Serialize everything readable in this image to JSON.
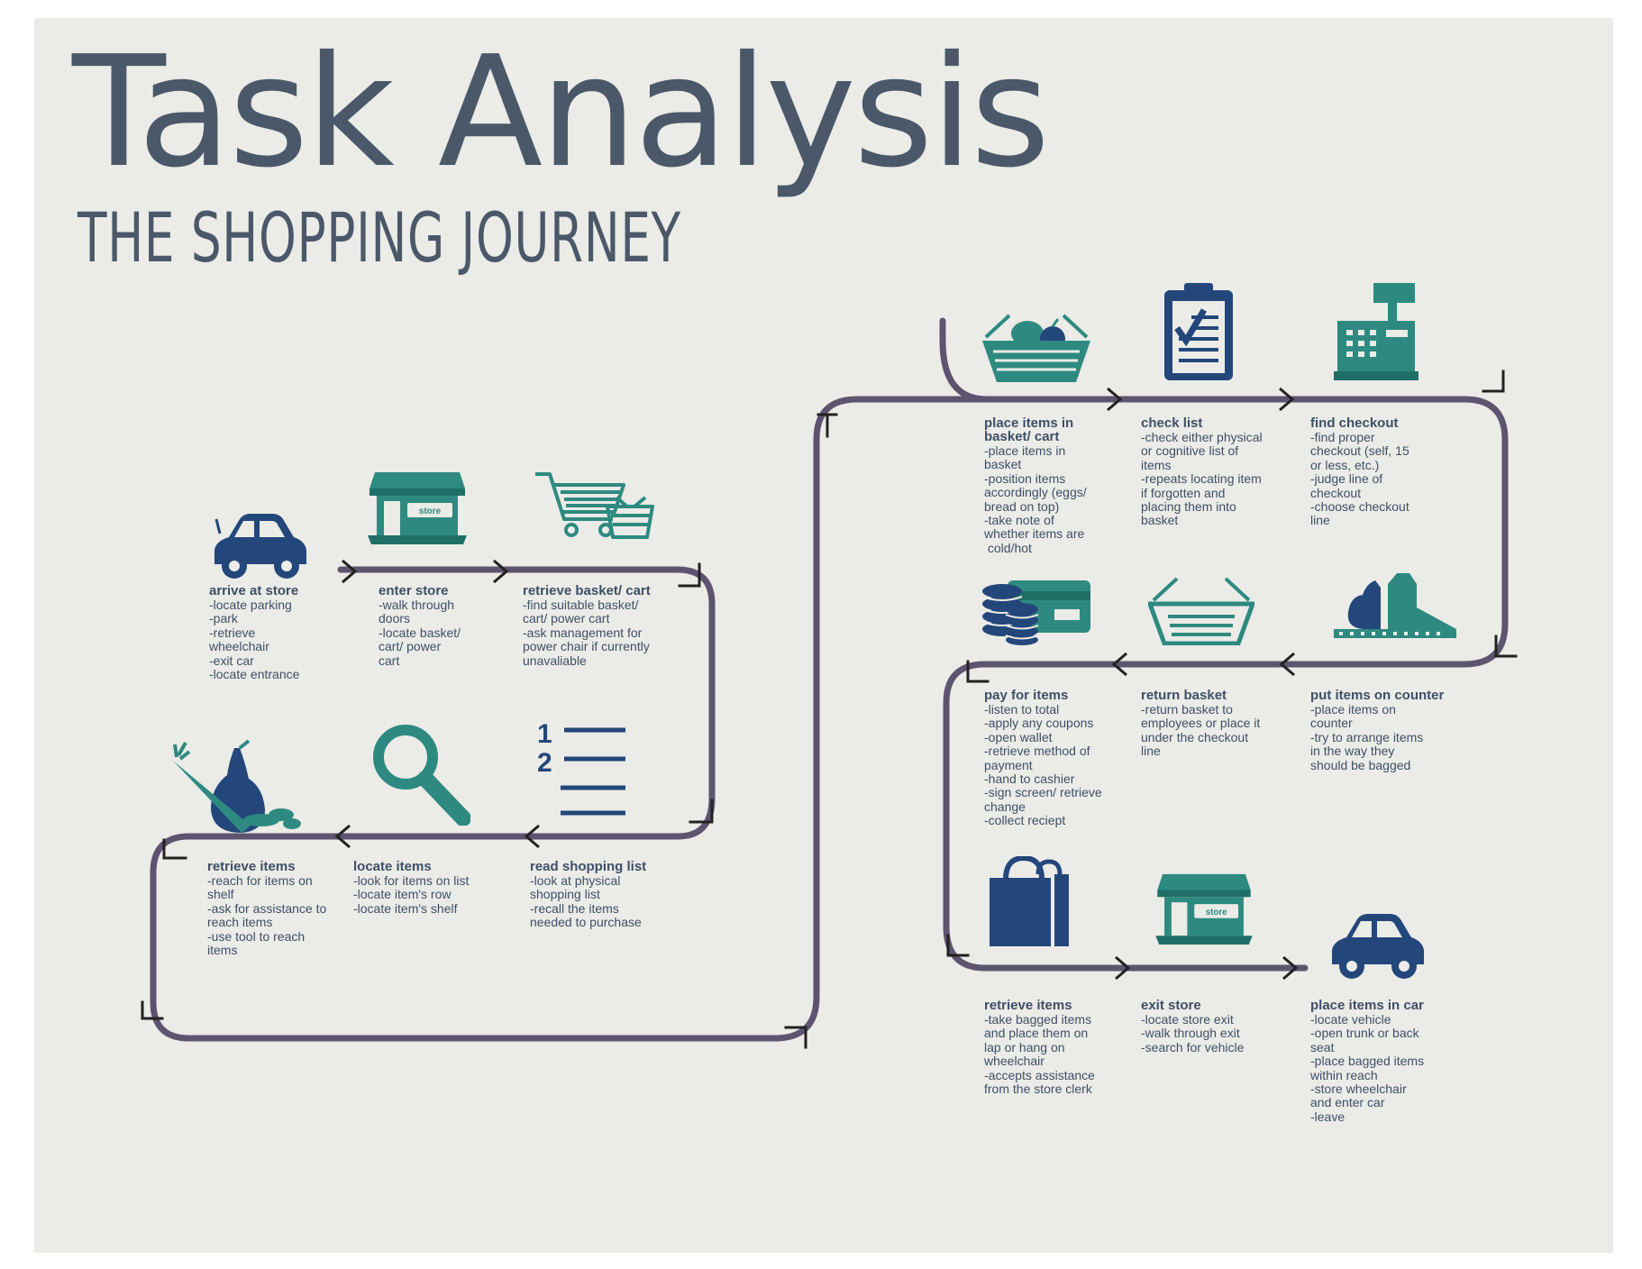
{
  "header": {
    "title": "Task Analysis",
    "subtitle": "THE SHOPPING JOURNEY"
  },
  "colors": {
    "path": "#5e5470",
    "navy": "#23477a",
    "teal": "#2e8a80",
    "text": "#3f4f66",
    "title": "#4b5869",
    "background": "#ebebe7"
  },
  "icons": {
    "store_sign": "store"
  },
  "steps": [
    {
      "id": "arrive-at-store",
      "icon": "car-icon",
      "label": "arrive at store",
      "details": "-locate parking\n-park\n-retrieve\nwheelchair\n-exit car\n-locate entrance"
    },
    {
      "id": "enter-store",
      "icon": "store-icon",
      "label": "enter store",
      "details": "-walk through\ndoors\n-locate basket/\ncart/ power\ncart"
    },
    {
      "id": "retrieve-basket-cart",
      "icon": "shopping-cart-icon",
      "label": "retrieve basket/ cart",
      "details": "-find suitable basket/\ncart/ power cart\n-ask management for\npower chair if currently\nunavaliable"
    },
    {
      "id": "read-shopping-list",
      "icon": "numbered-list-icon",
      "label": "read shopping list",
      "details": "-look at physical\nshopping list\n-recall the items\nneeded to purchase"
    },
    {
      "id": "locate-items",
      "icon": "magnifying-glass-icon",
      "label": "locate items",
      "details": "-look for items on list\n-locate item's row\n-locate item's shelf"
    },
    {
      "id": "retrieve-items",
      "icon": "produce-icon",
      "label": "retrieve items",
      "details": "-reach for items on\nshelf\n-ask for assistance to\nreach items\n-use tool to reach\nitems"
    },
    {
      "id": "place-items-in-basket",
      "icon": "full-basket-icon",
      "label": "place items in\nbasket/ cart",
      "details": "-place items in\nbasket\n-position items\naccordingly (eggs/\nbread on top)\n-take note of\nwhether items are\n cold/hot"
    },
    {
      "id": "check-list",
      "icon": "clipboard-check-icon",
      "label": "check list",
      "details": "-check either physical\nor cognitive list of\nitems\n-repeats locating item\nif forgotten and\nplacing them into\nbasket"
    },
    {
      "id": "find-checkout",
      "icon": "cash-register-icon",
      "label": "find checkout",
      "details": "-find proper\ncheckout (self, 15\nor less, etc.)\n-judge line of\ncheckout\n-choose checkout\nline"
    },
    {
      "id": "put-items-on-counter",
      "icon": "items-on-counter-icon",
      "label": "put items on counter",
      "details": "-place items on\ncounter\n-try to arrange items\nin the way they\nshould be bagged"
    },
    {
      "id": "return-basket",
      "icon": "empty-basket-icon",
      "label": "return basket",
      "details": "-return basket to\nemployees or place it\nunder the checkout\nline"
    },
    {
      "id": "pay-for-items",
      "icon": "coins-card-icon",
      "label": "pay for items",
      "details": "-listen to total\n-apply any coupons\n-open wallet\n-retrieve method of\npayment\n-hand to cashier\n-sign screen/ retrieve\nchange\n-collect reciept"
    },
    {
      "id": "retrieve-bagged-items",
      "icon": "shopping-bag-icon",
      "label": "retrieve items",
      "details": "-take bagged items\nand place them on\nlap or hang on\nwheelchair\n-accepts assistance\nfrom the store clerk"
    },
    {
      "id": "exit-store",
      "icon": "store-icon",
      "label": "exit store",
      "details": "-locate store exit\n-walk through exit\n-search for vehicle"
    },
    {
      "id": "place-items-in-car",
      "icon": "car-icon",
      "label": "place items in car",
      "details": "-locate vehicle\n-open trunk or back\nseat\n-place bagged items\nwithin reach\n-store wheelchair\nand enter car\n-leave"
    }
  ]
}
